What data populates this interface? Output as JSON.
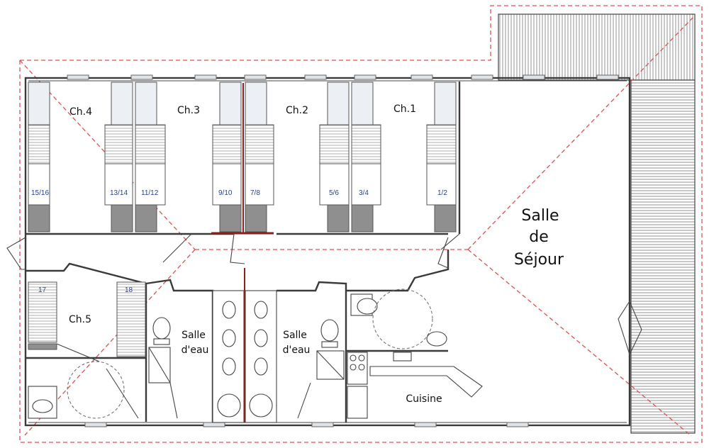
{
  "plan": {
    "rooms": {
      "ch4": "Ch.4",
      "ch3": "Ch.3",
      "ch2": "Ch.2",
      "ch1": "Ch.1",
      "ch5": "Ch.5",
      "sejour_line1": "Salle",
      "sejour_line2": "de",
      "sejour_line3": "Séjour",
      "bath_left_line1": "Salle",
      "bath_left_line2": "d'eau",
      "bath_right_line1": "Salle",
      "bath_right_line2": "d'eau",
      "cuisine": "Cuisine"
    },
    "beds": [
      "15/16",
      "13/14",
      "11/12",
      "9/10",
      "7/8",
      "5/6",
      "3/4",
      "1/2",
      "17",
      "18"
    ]
  }
}
